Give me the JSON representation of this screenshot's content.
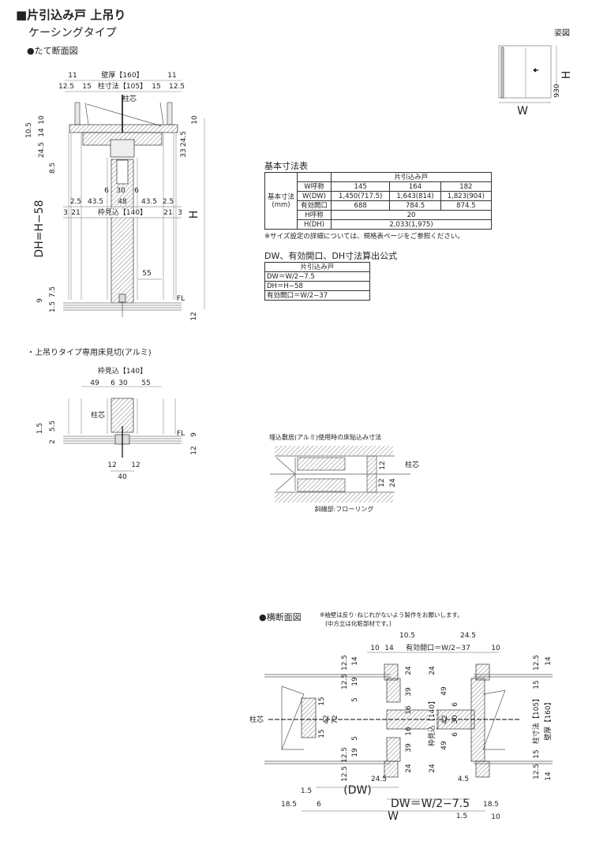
{
  "header": {
    "title": "■片引込み戸  上吊り",
    "subtitle": "ケーシングタイプ",
    "section_vertical": "●たて断面図"
  },
  "elevation": {
    "label": "姿図",
    "w": "W",
    "h": "H",
    "dim": "930"
  },
  "vertical_section": {
    "dims": [
      "11",
      "壁厚【160】",
      "11",
      "12.5",
      "15",
      "柱寸法【105】",
      "15",
      "12.5",
      "柱芯",
      "10.5",
      "10",
      "14",
      "24.5",
      "8.5",
      "DH=H−58",
      "7.5",
      "9",
      "1.5",
      "10",
      "24.5",
      "33",
      "H",
      "12",
      "FL",
      "6",
      "30",
      "6",
      "2.5",
      "43.5",
      "48",
      "43.5",
      "2.5",
      "3",
      "21",
      "枠見込【140】",
      "21",
      "3",
      "55"
    ]
  },
  "floor_trim": {
    "title": "・上吊りタイプ専用床見切(アルミ)",
    "dims": [
      "枠見込【140】",
      "49",
      "6",
      "30",
      "55",
      "柱芯",
      "1.5",
      "5.5",
      "2",
      "FL",
      "9",
      "12",
      "12",
      "12",
      "40"
    ]
  },
  "spec_table": {
    "title": "基本寸法表",
    "group_label": "基本寸法",
    "unit": "(mm)",
    "type_header": "片引込み戸",
    "rows": [
      {
        "label": "W呼称",
        "values": [
          "145",
          "164",
          "182"
        ]
      },
      {
        "label": "W(DW)",
        "values": [
          "1,450(717.5)",
          "1,643(814)",
          "1,823(904)"
        ]
      },
      {
        "label": "有効開口",
        "values": [
          "688",
          "784.5",
          "874.5"
        ]
      },
      {
        "label": "H呼称",
        "value": "20"
      },
      {
        "label": "H(DH)",
        "value": "2,033(1,975)"
      }
    ],
    "note": "※サイズ設定の詳細については、規格表ページをご参照ください。"
  },
  "formula_table": {
    "title": "DW、有効開口、DH寸法算出公式",
    "header": "片引込み戸",
    "rows": [
      "DW＝W/2−7.5",
      "DH＝H−58",
      "有効開口＝W/2−37"
    ]
  },
  "flooring_detail": {
    "title": "埋込敷居(アルミ)使用時の床貼込み寸法",
    "dims": [
      "柱芯",
      "12",
      "12",
      "24"
    ],
    "note": "斜線部:フローリング"
  },
  "horizontal_section": {
    "title": "●横断面図",
    "note1": "※袖壁は反り･ねじれがないよう製作をお願いします。",
    "note2": "(中方立は化粧部材です。)",
    "dims": [
      "10.5",
      "24.5",
      "10",
      "14",
      "有効開口＝W/2−37",
      "10",
      "12.5",
      "14",
      "12.5",
      "19",
      "5",
      "15",
      "42",
      "72",
      "15",
      "5",
      "19",
      "12.5",
      "12.5",
      "24",
      "39",
      "16",
      "16",
      "39",
      "24",
      "24",
      "49",
      "6",
      "枠見込【140】",
      "42",
      "30",
      "6",
      "49",
      "24",
      "12.5",
      "14",
      "15",
      "柱寸法【105】",
      "壁厚【160】",
      "15",
      "12.5",
      "14",
      "24.5",
      "(DW)",
      "4.5",
      "1.5",
      "18.5",
      "6",
      "DW＝W/2−7.5",
      "18.5",
      "W",
      "1.5",
      "10",
      "柱芯"
    ]
  }
}
